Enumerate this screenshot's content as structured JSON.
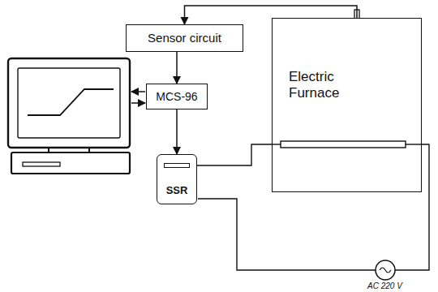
{
  "diagram": {
    "nodes": [
      {
        "text": [
          "Sensor circuit"
        ]
      },
      {
        "text": [
          "Electric Furnace"
        ]
      },
      {
        "text": [
          "MCS-96"
        ]
      },
      {
        "text": [
          "SSR"
        ]
      }
    ],
    "edges": [
      {
        "from": 1,
        "to": 0,
        "arrow": "to"
      },
      {
        "from": 0,
        "to": 2,
        "arrow": "to"
      },
      {
        "from": 2,
        "to": 3,
        "arrow": "to"
      },
      {
        "from": 3,
        "to": 1,
        "arrow": "none"
      }
    ],
    "labels": [
      "AC 220 V"
    ]
  }
}
